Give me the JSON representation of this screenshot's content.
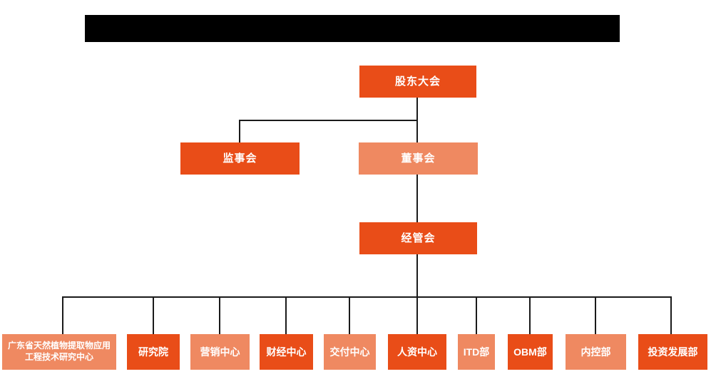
{
  "theme": {
    "node-dark": "#E94D18",
    "node-light": "#EF8961",
    "line-color": "#1a1a1a",
    "text-color": "#FFFFFF",
    "redacted-bar": "#000000",
    "background": "#FFFFFF"
  },
  "org": {
    "root": {
      "label": "股东大会",
      "variant": "dark"
    },
    "level2": [
      {
        "label": "监事会",
        "variant": "dark"
      },
      {
        "label": "董事会",
        "variant": "light"
      }
    ],
    "level3": {
      "label": "经管会",
      "variant": "dark"
    },
    "departments": [
      {
        "label": "广东省天然植物提取物应用工程技术研究中心",
        "variant": "light"
      },
      {
        "label": "研究院",
        "variant": "dark"
      },
      {
        "label": "营销中心",
        "variant": "light"
      },
      {
        "label": "财经中心",
        "variant": "dark"
      },
      {
        "label": "交付中心",
        "variant": "light"
      },
      {
        "label": "人资中心",
        "variant": "dark"
      },
      {
        "label": "ITD部",
        "variant": "light"
      },
      {
        "label": "OBM部",
        "variant": "dark"
      },
      {
        "label": "内控部",
        "variant": "light"
      },
      {
        "label": "投资发展部",
        "variant": "dark"
      }
    ]
  }
}
